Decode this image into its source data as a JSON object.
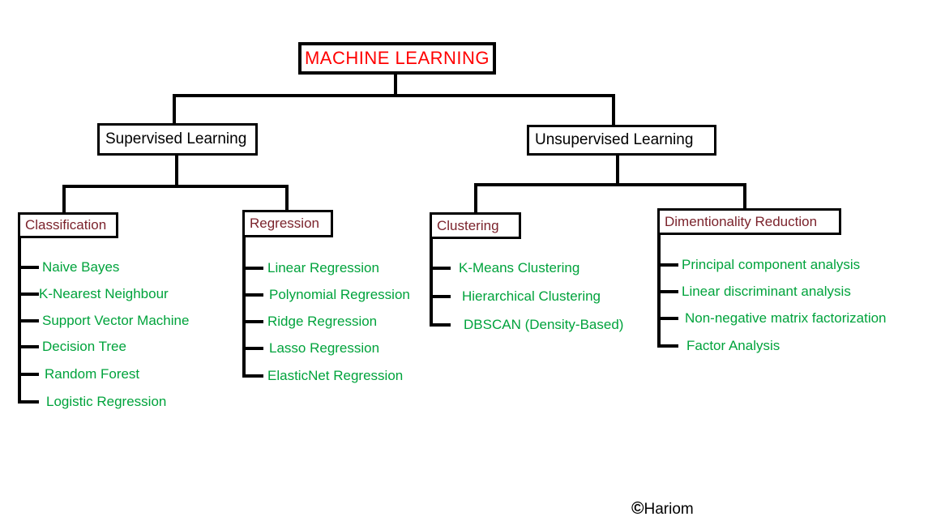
{
  "diagram": {
    "title": "MACHINE LEARNING",
    "colors": {
      "title_text": "#FF0000",
      "category_text": "#7B232C",
      "item_text": "#00A33C",
      "line": "#000000",
      "background": "#FFFFFF"
    },
    "level1": [
      {
        "label": "Supervised Learning"
      },
      {
        "label": "Unsupervised Learning"
      }
    ],
    "categories": [
      {
        "label": "Classification",
        "items": [
          "Naive Bayes",
          "K-Nearest Neighbour",
          "Support Vector Machine",
          "Decision Tree",
          "Random Forest",
          "Logistic Regression"
        ]
      },
      {
        "label": "Regression",
        "items": [
          "Linear Regression",
          "Polynomial Regression",
          "Ridge Regression",
          "Lasso Regression",
          "ElasticNet Regression"
        ]
      },
      {
        "label": "Clustering",
        "items": [
          "K-Means Clustering",
          "Hierarchical Clustering",
          "DBSCAN (Density-Based)"
        ]
      },
      {
        "label": "Dimentionality Reduction",
        "items": [
          "Principal component analysis",
          "Linear discriminant analysis",
          "Non-negative matrix factorization",
          "Factor Analysis"
        ]
      }
    ],
    "credit": {
      "copyright_symbol": "©",
      "author": "Hariom"
    }
  }
}
